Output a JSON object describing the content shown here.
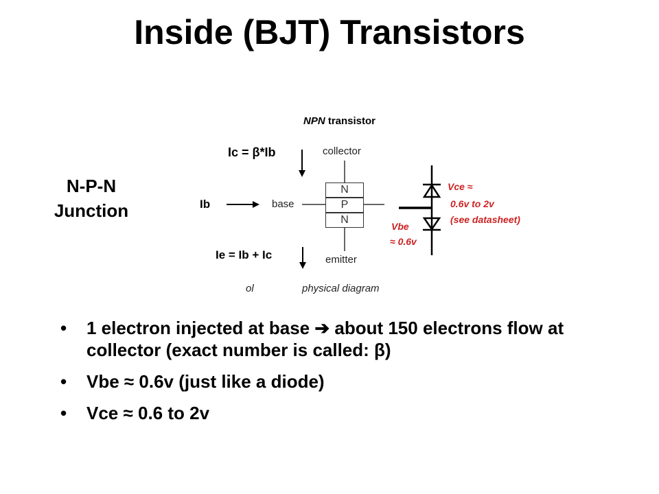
{
  "slide": {
    "title": "Inside (BJT) Transistors",
    "junction_label_line1": "N-P-N",
    "junction_label_line2": "Junction"
  },
  "diagram": {
    "heading_italic": "NPN",
    "heading_rest": " transistor",
    "ic_label": "Ic = β*Ib",
    "ib_label": "Ib",
    "ie_label": "Ie = Ib + Ic",
    "collector_label": "collector",
    "base_label": "base",
    "emitter_label": "emitter",
    "layers": [
      "N",
      "P",
      "N"
    ],
    "caption_fragment": "ol",
    "caption": "physical diagram",
    "vce_label_line1": "Vce ≈",
    "vce_label_line2": "0.6v to 2v",
    "vce_label_line3": "(see datasheet)",
    "vbe_label_line1": "Vbe",
    "vbe_label_line2": "≈ 0.6v",
    "accent_color": "#cc2222"
  },
  "bullets": [
    {
      "text": "1 electron injected at base  ➔ about 150 electrons flow at collector (exact number is called: β)",
      "marker": "•"
    },
    {
      "text": "Vbe ≈ 0.6v  (just like a diode)",
      "marker": "•"
    },
    {
      "text": "Vce ≈ 0.6 to 2v",
      "marker": "•"
    }
  ]
}
